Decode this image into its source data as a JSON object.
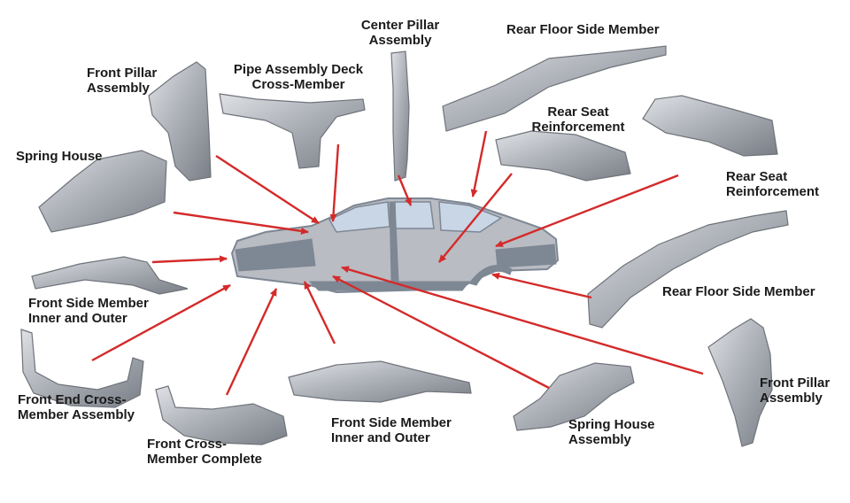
{
  "colors": {
    "arrow": "#d42a2a",
    "part_fill": "#b9bcc2",
    "part_stroke": "#6f737a",
    "car_frame": "#7e8794",
    "car_glass": "#c9d6e6"
  },
  "labels": {
    "center_pillar": "Center Pillar\nAssembly",
    "rear_floor_side_top": "Rear Floor Side Member",
    "pipe_deck": "Pipe Assembly Deck\nCross-Member",
    "front_pillar_left": "Front Pillar\nAssembly",
    "rear_seat_top": "Rear Seat\nReinforcement",
    "spring_house_left": "Spring House",
    "rear_seat_right": "Rear Seat\nReinforcement",
    "rear_floor_side_right": "Rear Floor Side Member",
    "front_side_member_left": "Front Side Member\nInner and Outer",
    "front_end_cross": "Front End Cross-\nMember Assembly",
    "front_pillar_right": "Front Pillar\nAssembly",
    "front_cross_complete": "Front Cross-\nMember Complete",
    "front_side_member_bottom": "Front Side Member\nInner and Outer",
    "spring_house_bottom": "Spring House\nAssembly"
  }
}
